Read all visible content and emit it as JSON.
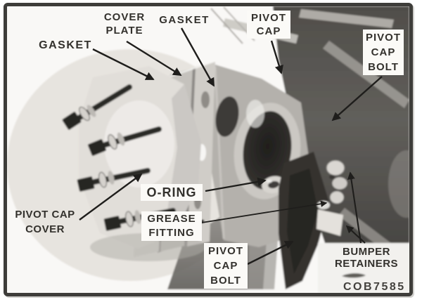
{
  "figure": {
    "code": "COB7585",
    "labels": {
      "gasket_left": {
        "lines": [
          "GASKET"
        ]
      },
      "cover_plate": {
        "lines": [
          "COVER",
          "PLATE"
        ]
      },
      "gasket_top": {
        "lines": [
          "GASKET"
        ]
      },
      "pivot_cap": {
        "lines": [
          "PIVOT",
          "CAP"
        ]
      },
      "pivot_cap_bolt_right": {
        "lines": [
          "PIVOT",
          "CAP",
          "BOLT"
        ]
      },
      "pivot_cap_cover": {
        "lines": [
          "PIVOT CAP",
          "COVER"
        ]
      },
      "o_ring": {
        "lines": [
          "O-RING"
        ]
      },
      "grease_fitting": {
        "lines": [
          "GREASE",
          "FITTING"
        ]
      },
      "pivot_cap_bolt_bottom": {
        "lines": [
          "PIVOT",
          "CAP",
          "BOLT"
        ]
      },
      "bumper_retainers": {
        "lines": [
          "BUMPER",
          "RETAINERS"
        ]
      }
    },
    "colors": {
      "frame": "#3e3d3a",
      "label_text": "#33312d",
      "arrow": "#1f1e1c",
      "photo_dark": "#4a4845",
      "photo_light": "#e7e4df"
    }
  }
}
